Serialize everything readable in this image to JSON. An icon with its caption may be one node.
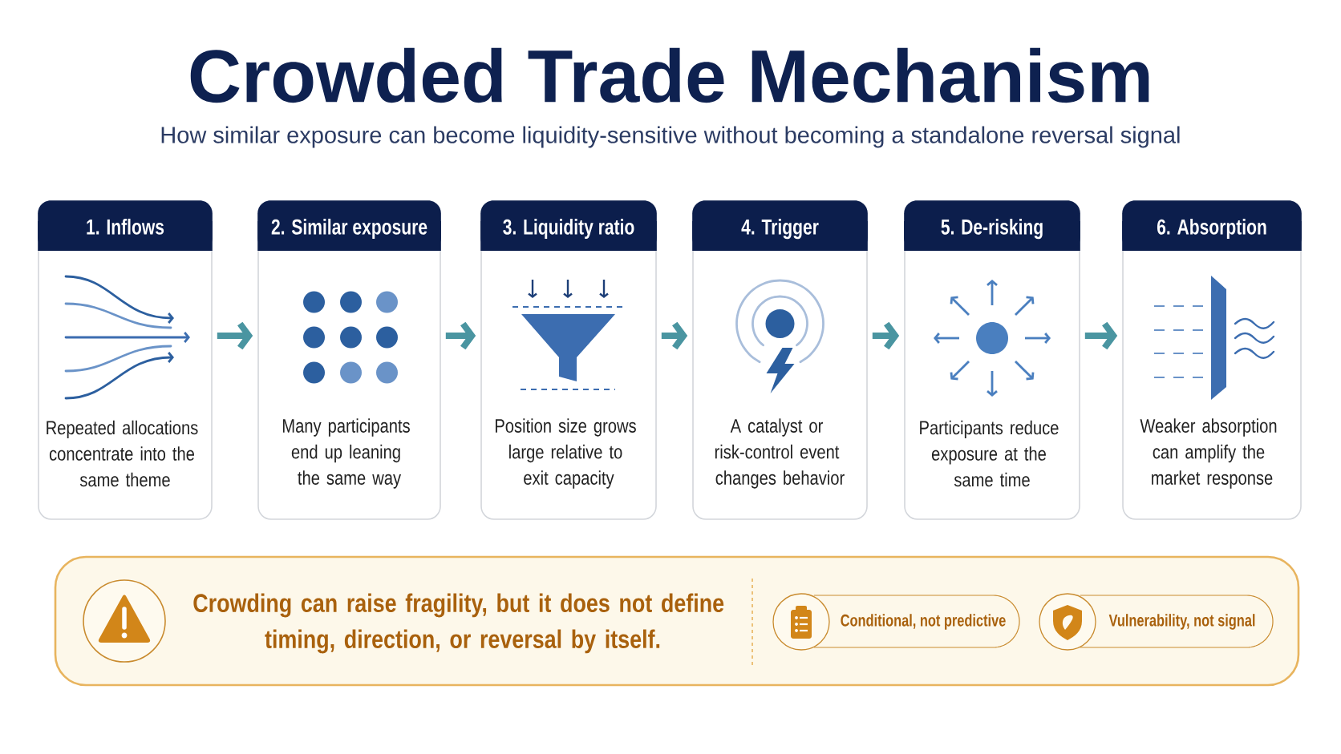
{
  "diagram": {
    "title": "Crowded Trade Mechanism",
    "nodes": [
      {
        "text": [
          "1. Inflows",
          "Repeated allocations concentrate into the same theme"
        ]
      },
      {
        "text": [
          "2. Similar exposure",
          "Many participants end up leaning the same way"
        ]
      },
      {
        "text": [
          "3. Liquidity ratio",
          "Position size grows large relative to exit capacity"
        ]
      },
      {
        "text": [
          "4. Trigger",
          "A catalyst or risk-control event changes behavior"
        ]
      },
      {
        "text": [
          "5. De-risking",
          "Participants reduce exposure at the same time"
        ]
      },
      {
        "text": [
          "6. Absorption",
          "Weaker absorption can amplify the market response"
        ]
      },
      {
        "text": [
          "Crowding can raise fragility, but it does not define timing, direction, or reversal by itself."
        ]
      },
      {
        "text": [
          "Conditional, not predictive"
        ],
        "in": 6
      },
      {
        "text": [
          "Vulnerability, not signal"
        ],
        "in": 6
      }
    ],
    "edges": [
      {
        "from": 0,
        "to": 1,
        "arrow": "to"
      },
      {
        "from": 1,
        "to": 2,
        "arrow": "to"
      },
      {
        "from": 2,
        "to": 3,
        "arrow": "to"
      },
      {
        "from": 3,
        "to": 4,
        "arrow": "to"
      },
      {
        "from": 4,
        "to": 5,
        "arrow": "to"
      }
    ],
    "labels": [
      "How similar exposure can become liquidity-sensitive without becoming a standalone reversal signal"
    ]
  }
}
